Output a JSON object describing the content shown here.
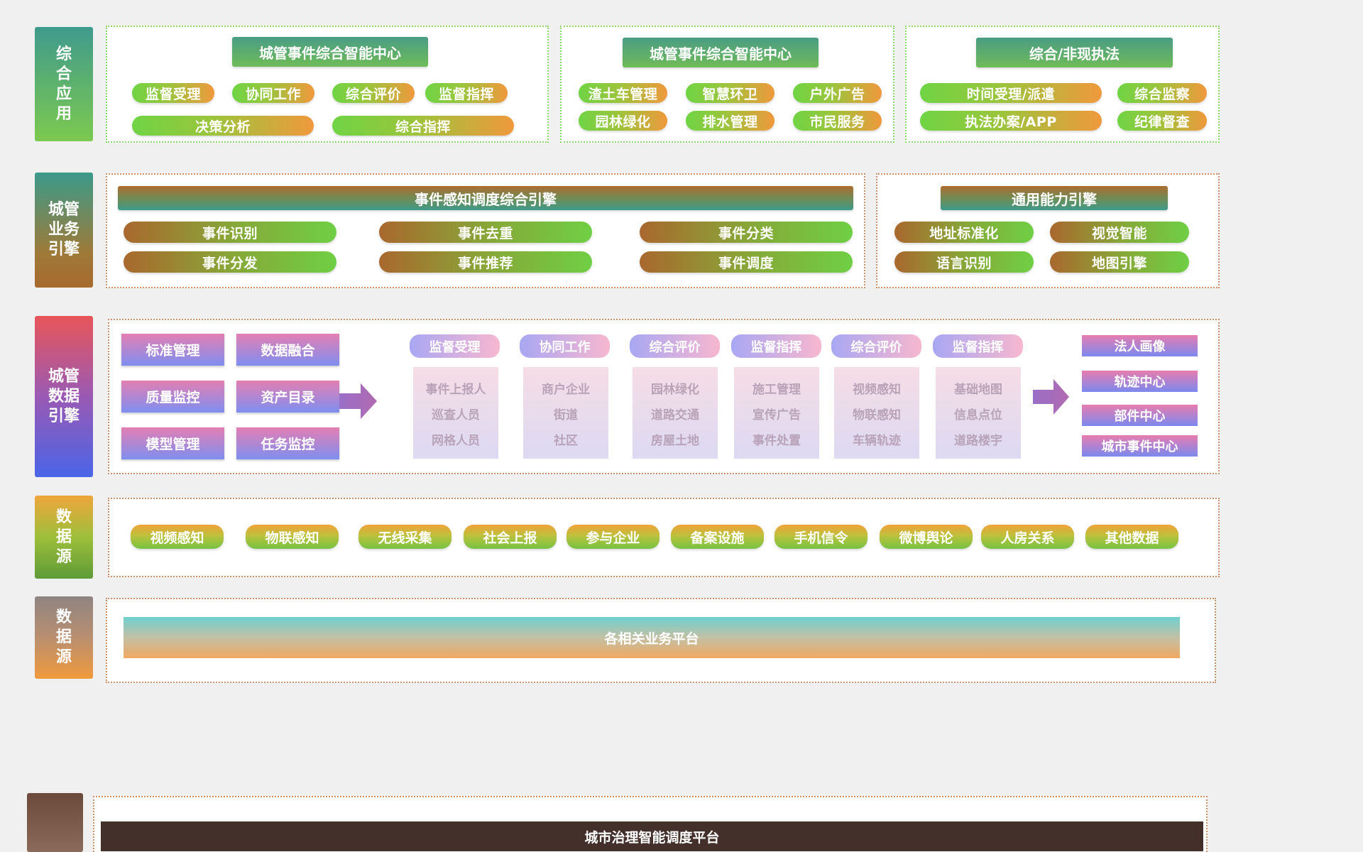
{
  "layers": {
    "app": {
      "label": [
        "综",
        "合",
        "应",
        "用"
      ],
      "groups": [
        {
          "title": "城管事件综合智能中心",
          "items": [
            "监督受理",
            "协同工作",
            "综合评价",
            "监督指挥",
            "决策分析",
            "综合指挥"
          ]
        },
        {
          "title": "城管事件综合智能中心",
          "items": [
            "渣土车管理",
            "智慧环卫",
            "户外广告",
            "园林绿化",
            "排水管理",
            "市民服务"
          ]
        },
        {
          "title": "综合/非现执法",
          "items": [
            "时间受理/派遣",
            "综合监察",
            "执法办案/APP",
            "纪律督查"
          ]
        }
      ]
    },
    "business_engine": {
      "label": [
        "城管",
        "业务",
        "引擎"
      ],
      "event_engine": {
        "title": "事件感知调度综合引擎",
        "items": [
          "事件识别",
          "事件去重",
          "事件分类",
          "事件分发",
          "事件推荐",
          "事件调度"
        ]
      },
      "common_engine": {
        "title": "通用能力引擎",
        "items": [
          "地址标准化",
          "视觉智能",
          "语言识别",
          "地图引擎"
        ]
      }
    },
    "data_engine": {
      "label": [
        "城管",
        "数据",
        "引擎"
      ],
      "governance": [
        "标准管理",
        "数据融合",
        "质量监控",
        "资产目录",
        "模型管理",
        "任务监控"
      ],
      "columns": [
        {
          "title": "监督受理",
          "items": [
            "事件上报人",
            "巡查人员",
            "网格人员"
          ]
        },
        {
          "title": "协同工作",
          "items": [
            "商户企业",
            "街道",
            "社区"
          ]
        },
        {
          "title": "综合评价",
          "items": [
            "园林绿化",
            "道路交通",
            "房屋土地"
          ]
        },
        {
          "title": "监督指挥",
          "items": [
            "施工管理",
            "宣传广告",
            "事件处置"
          ]
        },
        {
          "title": "综合评价",
          "items": [
            "视频感知",
            "物联感知",
            "车辆轨迹"
          ]
        },
        {
          "title": "监督指挥",
          "items": [
            "基础地图",
            "信息点位",
            "道路楼宇"
          ]
        }
      ],
      "outputs": [
        "法人画像",
        "轨迹中心",
        "部件中心",
        "城市事件中心"
      ]
    },
    "data_source": {
      "label": [
        "数",
        "据",
        "源"
      ],
      "items": [
        "视频感知",
        "物联感知",
        "无线采集",
        "社会上报",
        "参与企业",
        "备案设施",
        "手机信令",
        "微博舆论",
        "人房关系",
        "其他数据"
      ]
    },
    "data_source_2": {
      "label": [
        "数",
        "据",
        "源"
      ],
      "platform": "各相关业务平台"
    },
    "bottom": {
      "platform": "城市治理智能调度平台"
    }
  },
  "colors": {
    "green": "#6fd444",
    "orange": "#f0993c",
    "brown": "#a9682e",
    "teal": "#3d9a8a",
    "pink": "#e37fb2",
    "blue": "#7f8ef0",
    "dark_brown": "#43302a"
  },
  "icons": [
    "right-arrow-icon"
  ]
}
